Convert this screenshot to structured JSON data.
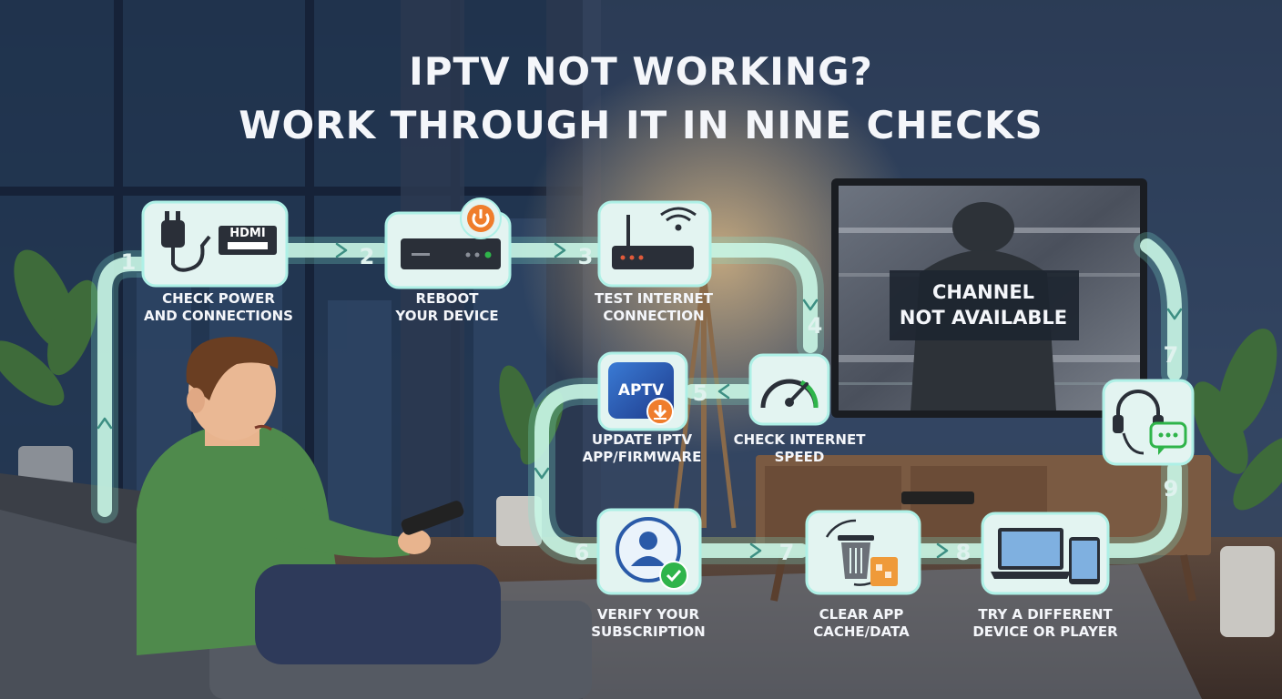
{
  "title": {
    "line1": "IPTV NOT WORKING?",
    "line2": "WORK THROUGH IT IN NINE CHECKS"
  },
  "tv": {
    "message_line1": "CHANNEL",
    "message_line2": "NOT AVAILABLE"
  },
  "steps": [
    {
      "number": "1",
      "line1": "CHECK POWER",
      "line2": "AND CONNECTIONS",
      "icon": "power-plug-hdmi-icon",
      "badge": "HDMI"
    },
    {
      "number": "2",
      "line1": "REBOOT",
      "line2": "YOUR DEVICE",
      "icon": "set-top-box-power-icon"
    },
    {
      "number": "3",
      "line1": "TEST INTERNET",
      "line2": "CONNECTION",
      "icon": "router-wifi-icon"
    },
    {
      "number": "4",
      "line1": "CHECK INTERNET",
      "line2": "SPEED",
      "icon": "speedometer-icon"
    },
    {
      "number": "5",
      "line1": "UPDATE IPTV",
      "line2": "APP/FIRMWARE",
      "icon": "app-update-icon",
      "badge": "APTV"
    },
    {
      "number": "6",
      "line1": "VERIFY YOUR",
      "line2": "SUBSCRIPTION",
      "icon": "user-verified-icon"
    },
    {
      "number": "7",
      "line1": "CLEAR APP",
      "line2": "CACHE/DATA",
      "icon": "trash-cache-icon"
    },
    {
      "number": "8",
      "line1": "TRY A DIFFERENT",
      "line2": "DEVICE OR PLAYER",
      "icon": "laptop-tablet-icon"
    },
    {
      "number": "9",
      "line1": "",
      "line2": "",
      "icon": "support-headset-icon"
    }
  ],
  "extra_numbers": {
    "support_top": "7"
  },
  "colors": {
    "background": "#1e2f47",
    "card": "#e3f4f1",
    "path": "#c9f5e4",
    "accent_orange": "#ef7d2c",
    "accent_green": "#2fb44a",
    "text": "#f4f6fa"
  }
}
